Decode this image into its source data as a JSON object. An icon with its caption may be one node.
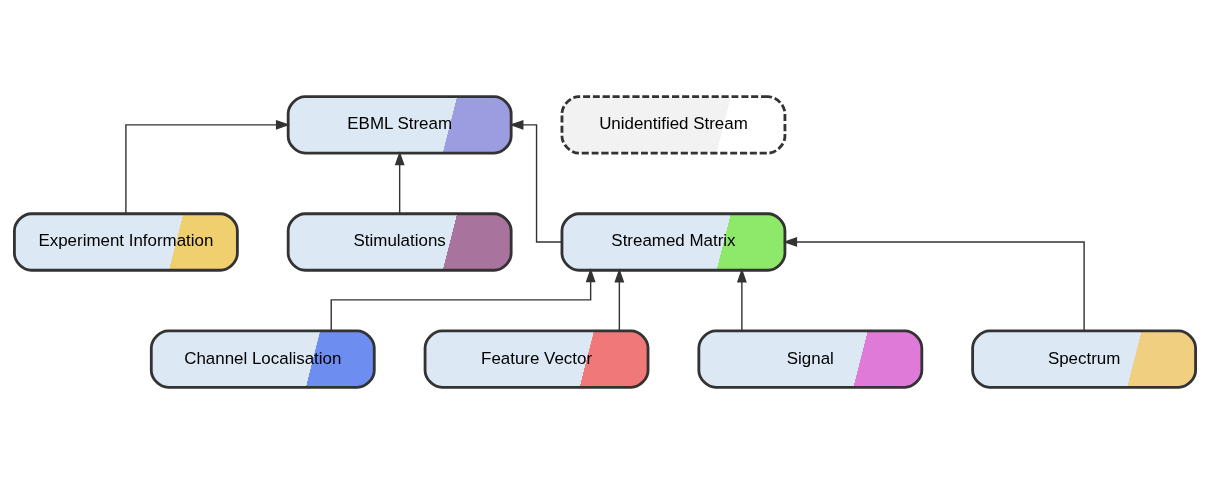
{
  "diagram": {
    "nodes": [
      {
        "text": [
          "EBML Stream"
        ]
      },
      {
        "text": [
          "Unidentified Stream"
        ]
      },
      {
        "text": [
          "Experiment Information"
        ]
      },
      {
        "text": [
          "Stimulations"
        ]
      },
      {
        "text": [
          "Streamed Matrix"
        ]
      },
      {
        "text": [
          "Channel Localisation"
        ]
      },
      {
        "text": [
          "Feature Vector"
        ]
      },
      {
        "text": [
          "Signal"
        ]
      },
      {
        "text": [
          "Spectrum"
        ]
      }
    ],
    "edges": [
      {
        "from": 2,
        "to": 0,
        "arrow": "to"
      },
      {
        "from": 3,
        "to": 0,
        "arrow": "to"
      },
      {
        "from": 4,
        "to": 0,
        "arrow": "to"
      },
      {
        "from": 5,
        "to": 4,
        "arrow": "to"
      },
      {
        "from": 6,
        "to": 4,
        "arrow": "to"
      },
      {
        "from": 7,
        "to": 4,
        "arrow": "to"
      },
      {
        "from": 8,
        "to": 4,
        "arrow": "to"
      }
    ]
  }
}
